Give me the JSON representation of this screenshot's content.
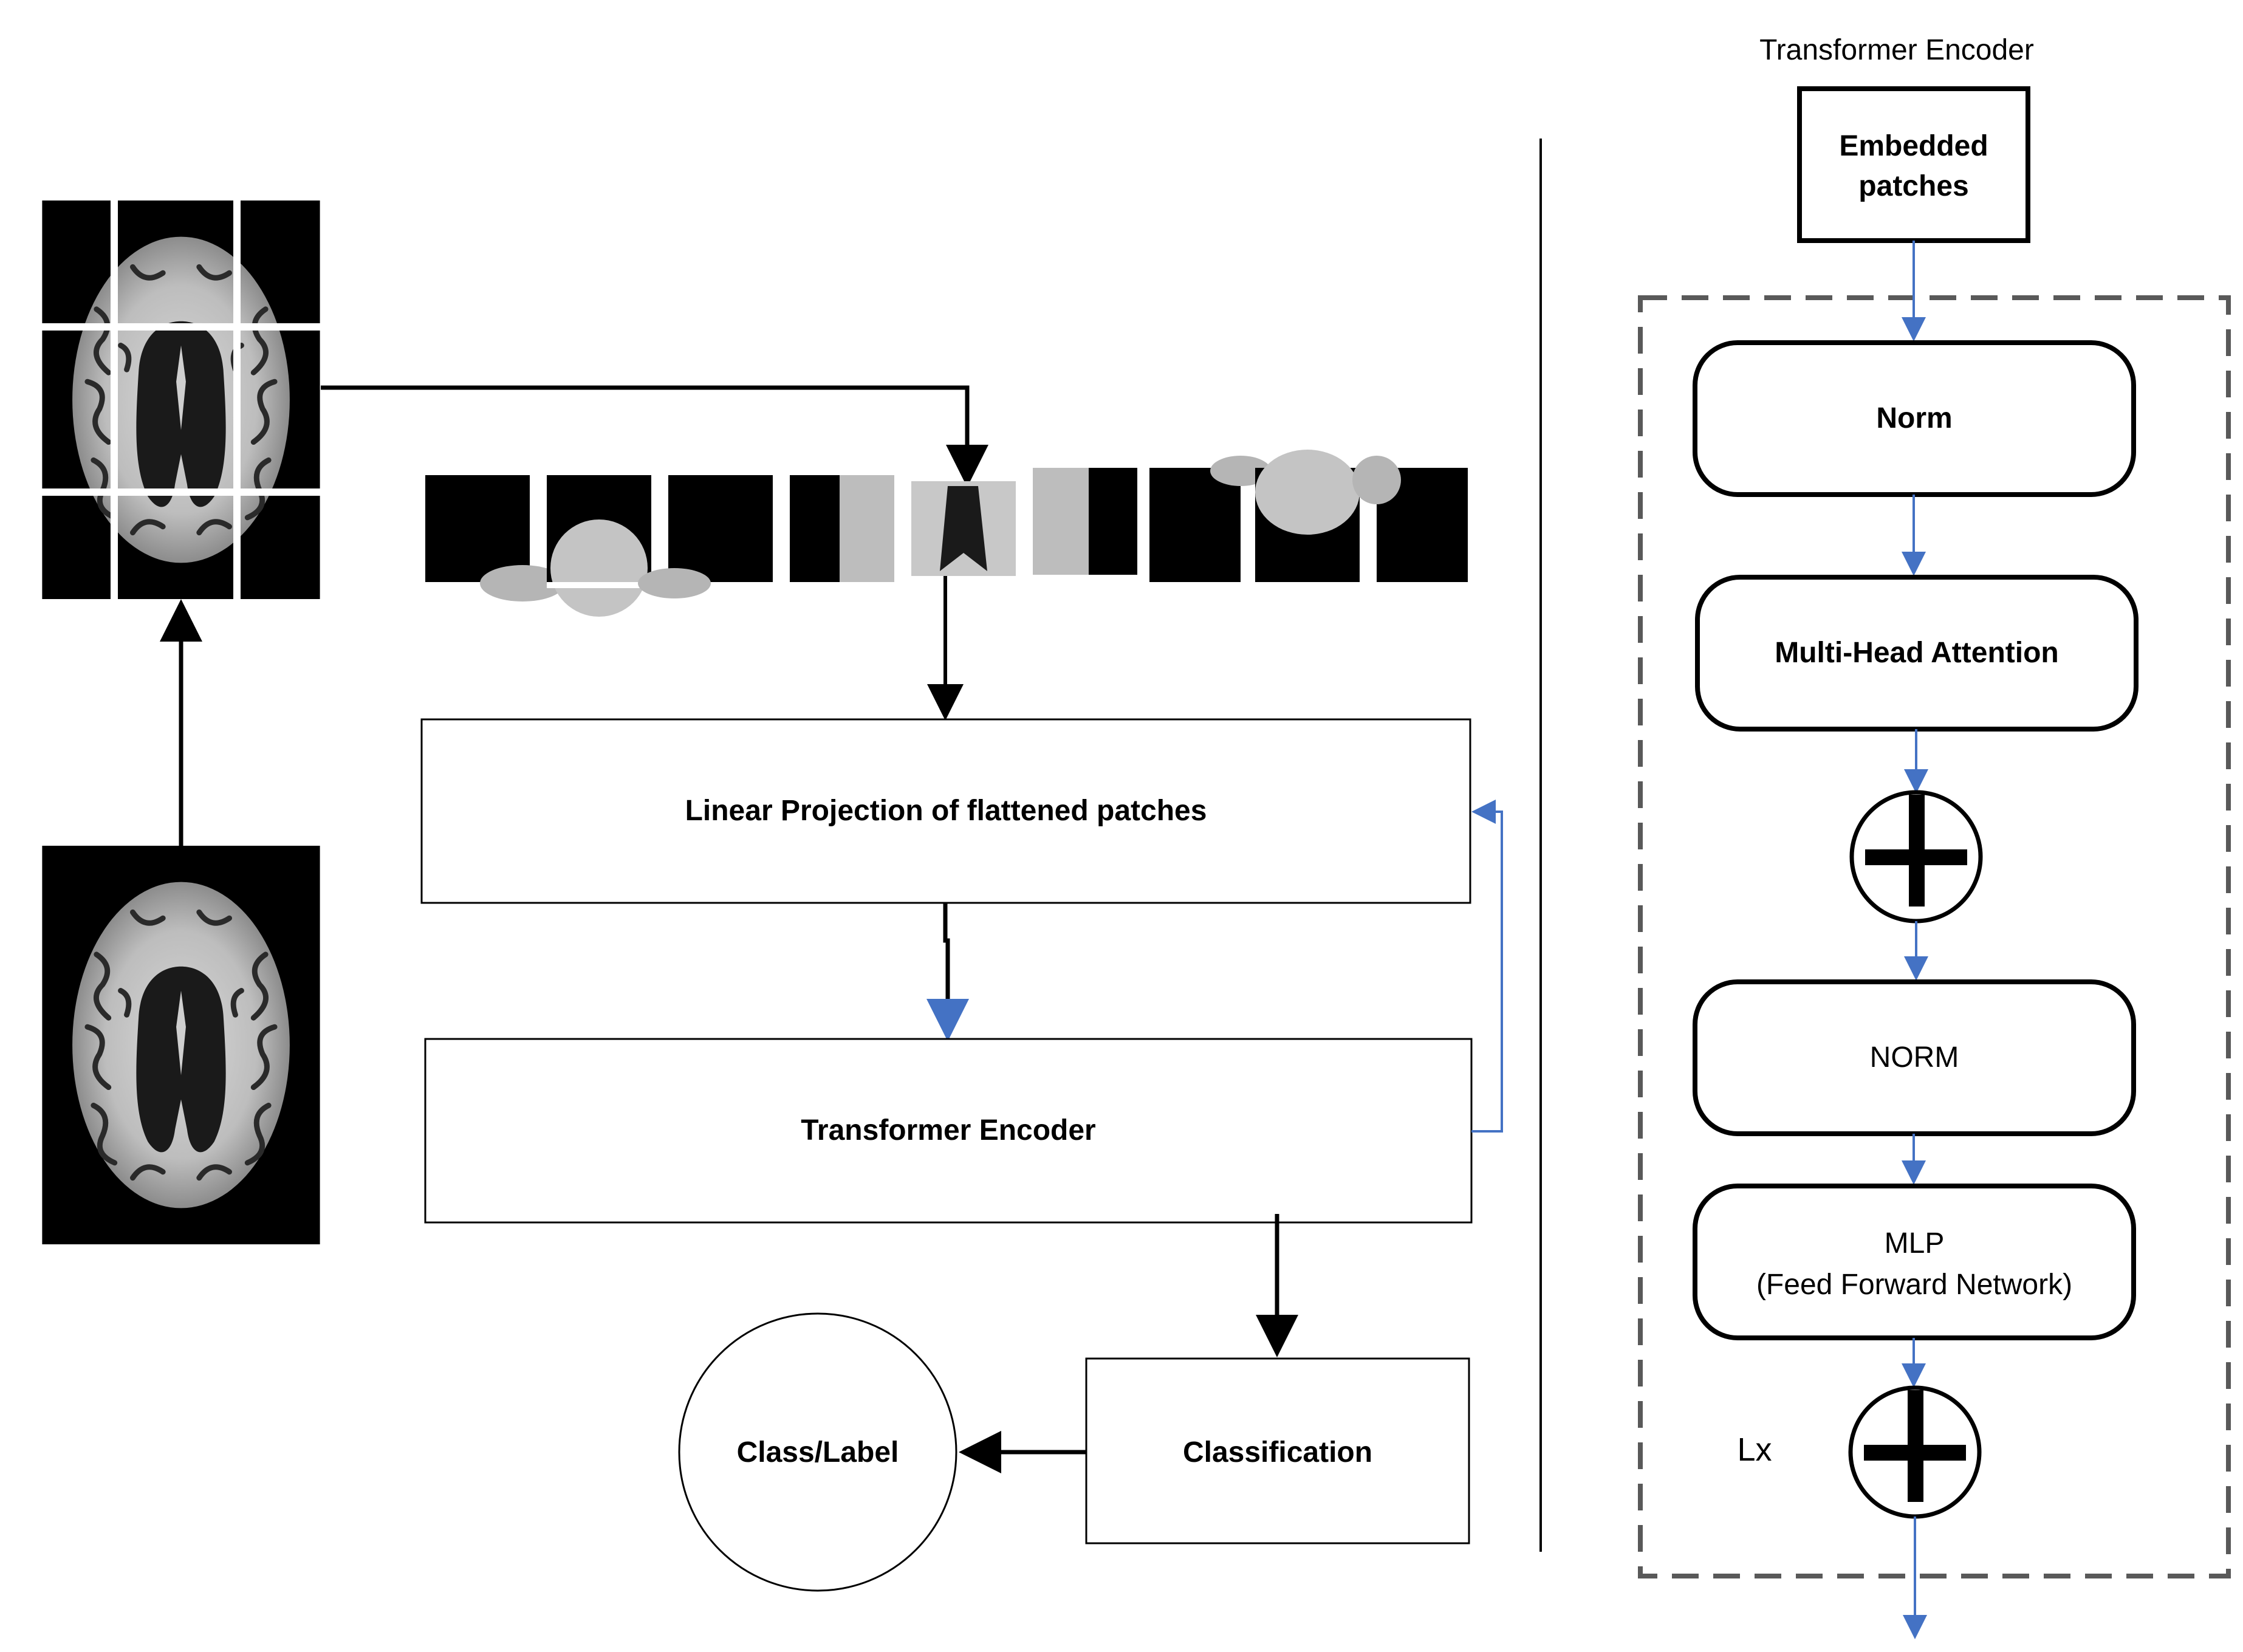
{
  "left_diagram": {
    "linear_projection_label": "Linear Projection of flattened patches",
    "transformer_encoder_label": "Transformer Encoder",
    "classification_label": "Classification",
    "class_label": "Class/Label"
  },
  "right_diagram": {
    "title": "Transformer Encoder",
    "embedded_patches_line1": "Embedded",
    "embedded_patches_line2": "patches",
    "norm1_label": "Norm",
    "mha_label": "Multi-Head Attention",
    "norm2_label": "NORM",
    "mlp_line1": "MLP",
    "mlp_line2": "(Feed Forward Network)",
    "repeat_label": "Lx"
  },
  "colors": {
    "line": "#000000",
    "blue_arrow": "#4472C4",
    "dashed_border": "#595959",
    "brain_background": "#000000",
    "patch_grid": "#ffffff"
  }
}
